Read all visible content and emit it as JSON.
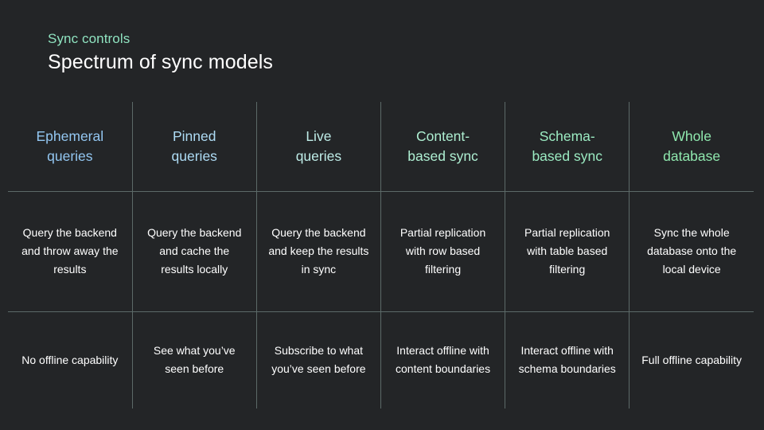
{
  "slide": {
    "background_color": "#232527",
    "eyebrow": "Sync controls",
    "headline": "Spectrum of sync models"
  },
  "matrix": {
    "grid_line_color": "#5c6a68",
    "columns": [
      {
        "header": "Ephemeral\nqueries",
        "header_line1": "Ephemeral",
        "header_line2": "queries",
        "header_color": "#93C7F2",
        "description": "Query the backend and throw away the results",
        "offline": "No offline capability"
      },
      {
        "header": "Pinned\nqueries",
        "header_line1": "Pinned",
        "header_line2": "queries",
        "header_color": "#AEDCF5",
        "description": "Query the backend and cache the results locally",
        "offline": "See what you’ve seen before"
      },
      {
        "header": "Live\nqueries",
        "header_line1": "Live",
        "header_line2": "queries",
        "header_color": "#BFEDE8",
        "description": "Query the backend and keep the results in sync",
        "offline": "Subscribe to what you’ve seen before"
      },
      {
        "header": "Content-\nbased sync",
        "header_line1": "Content-",
        "header_line2": "based sync",
        "header_color": "#AEEFD2",
        "description": "Partial replication with row based filtering",
        "offline": "Interact offline with content boundaries"
      },
      {
        "header": "Schema-\nbased sync",
        "header_line1": "Schema-",
        "header_line2": "based sync",
        "header_color": "#9BEBC2",
        "description": "Partial replication with table based filtering",
        "offline": "Interact offline with schema boundaries"
      },
      {
        "header": "Whole\ndatabase",
        "header_line1": "Whole",
        "header_line2": "database",
        "header_color": "#8FE8AE",
        "description": "Sync the whole database onto the local device",
        "offline": "Full offline capability"
      }
    ]
  }
}
